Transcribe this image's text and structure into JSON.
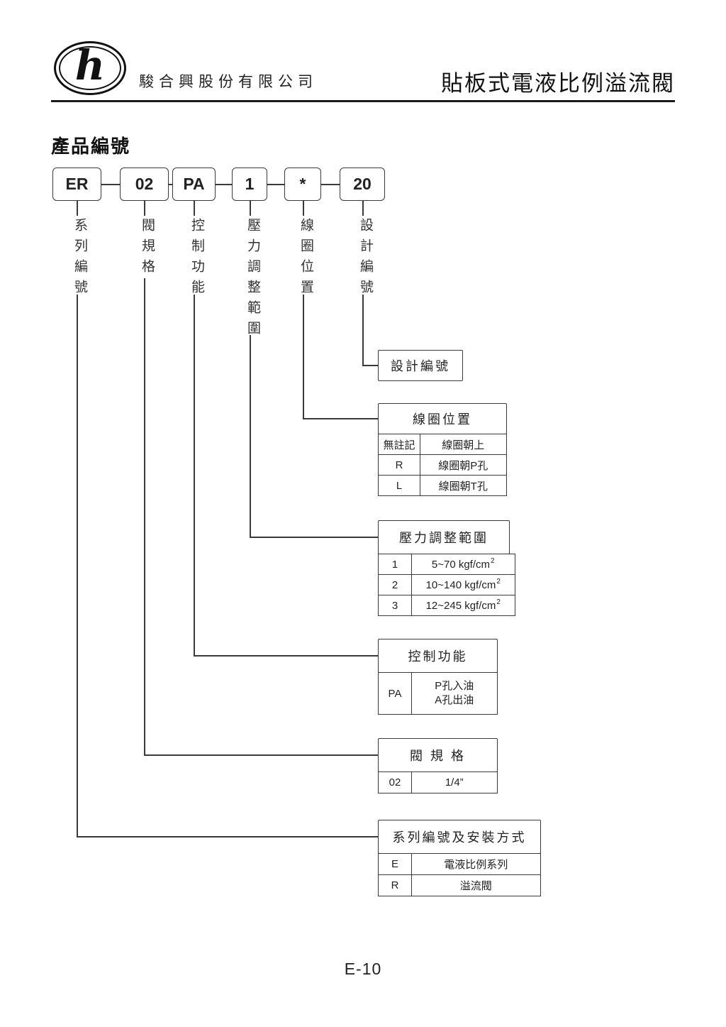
{
  "header": {
    "logo_letter": "h",
    "company_name": "駿合興股份有限公司",
    "page_title": "貼板式電液比例溢流閥"
  },
  "section": {
    "title": "產品編號"
  },
  "code_boxes": [
    {
      "code": "ER",
      "label": "系列編號"
    },
    {
      "code": "02",
      "label": "閥規格"
    },
    {
      "code": "PA",
      "label": "控制功能"
    },
    {
      "code": "1",
      "label": "壓力調整範圍"
    },
    {
      "code": "*",
      "label": "線圈位置"
    },
    {
      "code": "20",
      "label": "設計編號"
    }
  ],
  "tables": {
    "design_number": {
      "title": "設計編號"
    },
    "coil_position": {
      "title": "線圈位置",
      "rows": [
        {
          "code": "無註記",
          "desc": "線圈朝上"
        },
        {
          "code": "R",
          "desc": "線圈朝P孔"
        },
        {
          "code": "L",
          "desc": "線圈朝T孔"
        }
      ]
    },
    "pressure_range": {
      "title": "壓力調整範圍",
      "rows": [
        {
          "code": "1",
          "desc": "5~70 kgf/cm",
          "sup": "2"
        },
        {
          "code": "2",
          "desc": "10~140 kgf/cm",
          "sup": "2"
        },
        {
          "code": "3",
          "desc": "12~245 kgf/cm",
          "sup": "2"
        }
      ]
    },
    "control_function": {
      "title": "控制功能",
      "rows": [
        {
          "code": "PA",
          "desc_line1": "P孔入油",
          "desc_line2": "A孔出油"
        }
      ]
    },
    "valve_size": {
      "title": "閥 規 格",
      "rows": [
        {
          "code": "02",
          "desc": "1/4”"
        }
      ]
    },
    "series_mounting": {
      "title": "系列編號及安裝方式",
      "rows": [
        {
          "code": "E",
          "desc": "電液比例系列"
        },
        {
          "code": "R",
          "desc": "溢流閥"
        }
      ]
    }
  },
  "footer": {
    "page_number": "E-10"
  }
}
